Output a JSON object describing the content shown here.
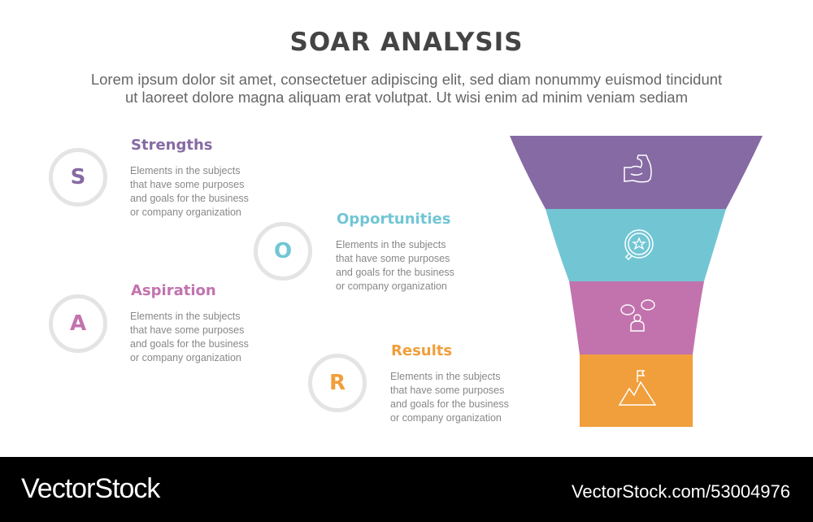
{
  "title": "SOAR ANALYSIS",
  "subtitle_lines": [
    "Lorem ipsum dolor sit amet, consectetuer adipiscing elit, sed diam nonummy euismod tincidunt",
    "ut laoreet dolore magna aliquam erat volutpat. Ut wisi enim ad minim veniam sediam"
  ],
  "items": [
    {
      "letter": "S",
      "heading": "Strengths",
      "color": "#866aa3",
      "icon": "flexed-arm-icon",
      "desc": [
        "Elements in the subjects",
        "that have some purposes",
        "and goals for the  business",
        "or company organization"
      ]
    },
    {
      "letter": "O",
      "heading": "Opportunities",
      "color": "#72c6d4",
      "icon": "magnifier-star-icon",
      "desc": [
        "Elements in the subjects",
        "that have some purposes",
        "and goals for the  business",
        "or company organization"
      ]
    },
    {
      "letter": "A",
      "heading": "Aspiration",
      "color": "#c273ad",
      "icon": "person-speech-icon",
      "desc": [
        "Elements in the subjects",
        "that have some purposes",
        "and goals for the  business",
        "or company organization"
      ]
    },
    {
      "letter": "R",
      "heading": "Results",
      "color": "#f09f3c",
      "icon": "mountain-flag-icon",
      "desc": [
        "Elements in the subjects",
        "that have some purposes",
        "and goals for the  business",
        "or company organization"
      ]
    }
  ],
  "footer": {
    "brand": "VectorStock",
    "url": "VectorStock.com/53004976"
  }
}
